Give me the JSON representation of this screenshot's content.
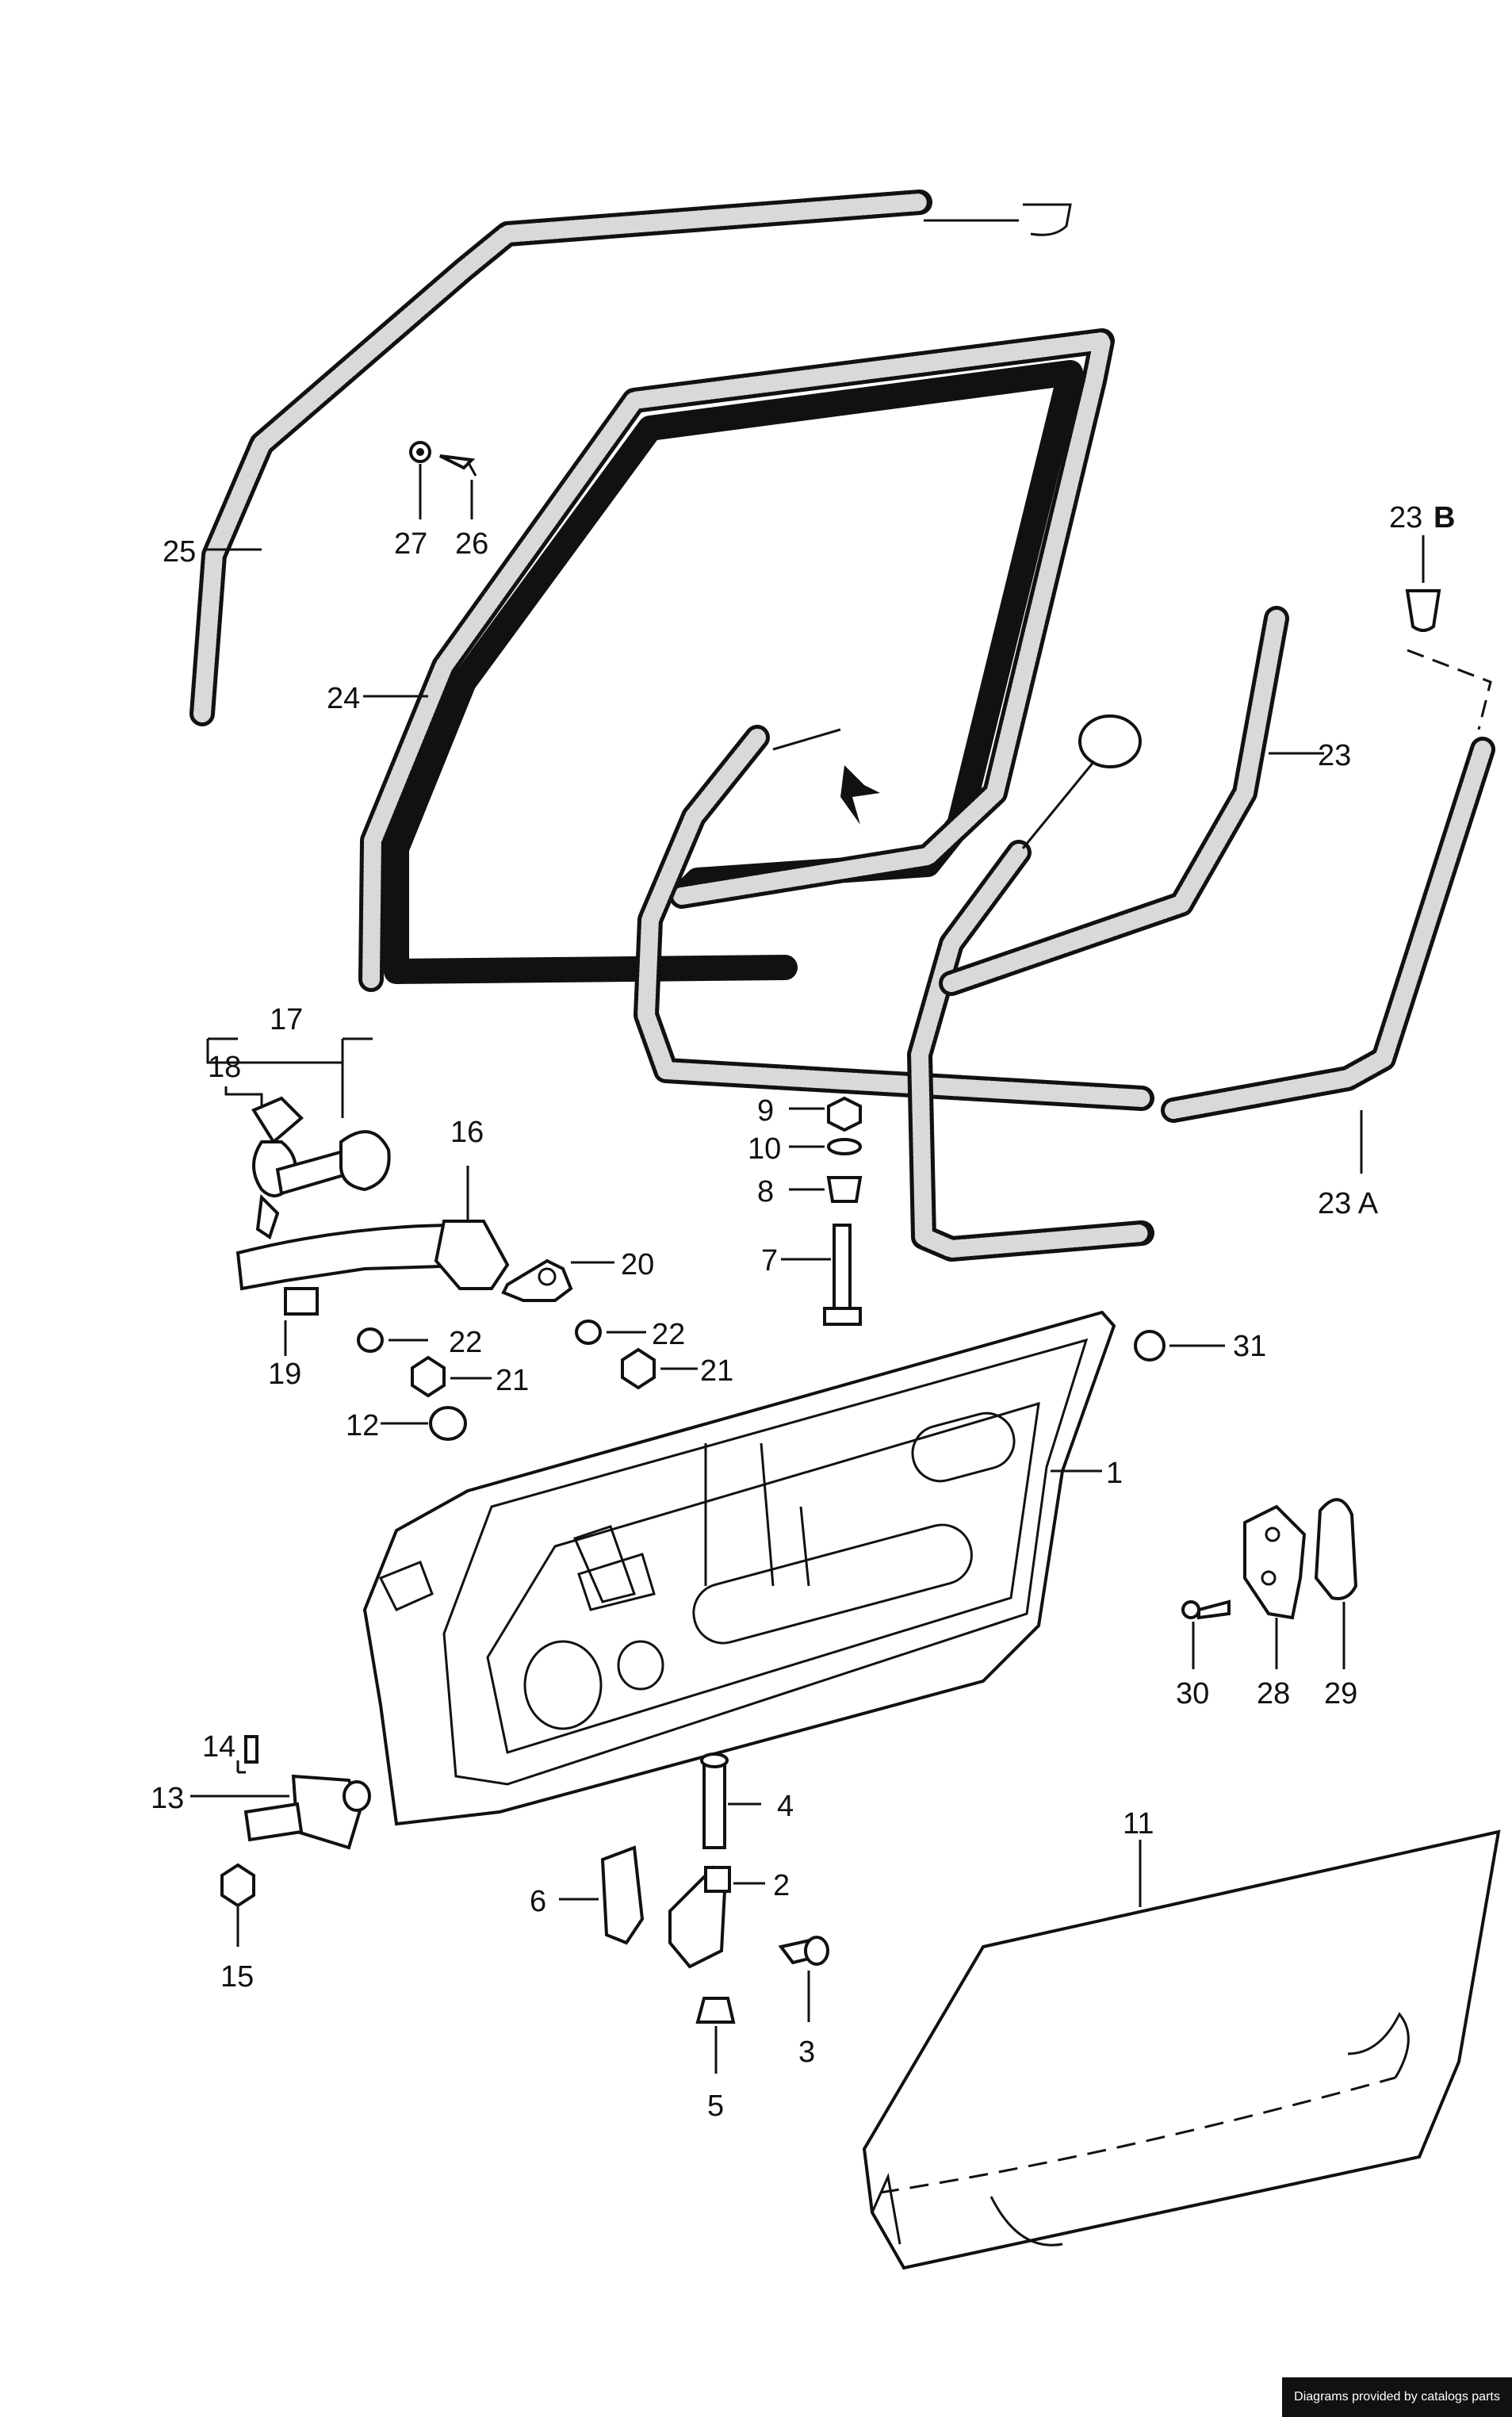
{
  "diagram": {
    "labels": {
      "p1": "1",
      "p2": "2",
      "p3": "3",
      "p4": "4",
      "p5": "5",
      "p6": "6",
      "p7": "7",
      "p8": "8",
      "p9": "9",
      "p10": "10",
      "p11": "11",
      "p12": "12",
      "p13": "13",
      "p14": "14",
      "p15": "15",
      "p16": "16",
      "p17": "17",
      "p18": "18",
      "p19": "19",
      "p20": "20",
      "p21a": "21",
      "p21b": "21",
      "p22a": "22",
      "p22b": "22",
      "p23": "23",
      "p23a": "23 A",
      "p23b_num": "23",
      "p23b_letter": "B",
      "p24": "24",
      "p25": "25",
      "p26": "26",
      "p27": "27",
      "p28": "28",
      "p29": "29",
      "p30": "30",
      "p31": "31"
    }
  },
  "credit": "Diagrams provided by catalogs parts"
}
